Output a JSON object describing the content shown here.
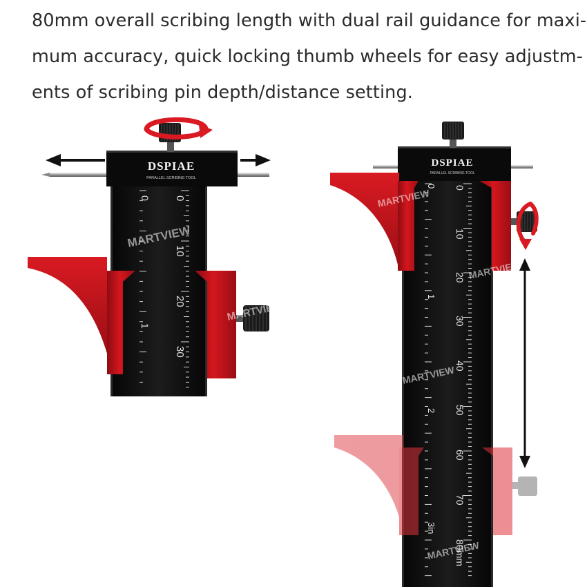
{
  "description": {
    "lines": [
      "80mm overall scribing length with dual rail guidance for maxi-",
      "mum accuracy, quick locking thumb wheels for easy adjustm-",
      "ents of scribing pin depth/distance setting."
    ]
  },
  "brand": {
    "name": "DSPIAE",
    "subtitle": "PARALLEL SCRIBING TOOL"
  },
  "watermark": "MARTVIEW",
  "left_ruler": {
    "mm_labels": [
      "0",
      "10",
      "20",
      "30"
    ],
    "inch_labels": [
      "0",
      "1"
    ]
  },
  "right_ruler": {
    "mm_labels": [
      "0",
      "10",
      "20",
      "30",
      "40",
      "50",
      "60",
      "70",
      "80mm"
    ],
    "inch_labels": [
      "0",
      "1",
      "2",
      "3in"
    ]
  },
  "colors": {
    "red": "#c8141c",
    "ruler": "#111111",
    "arrow": "#111111"
  }
}
